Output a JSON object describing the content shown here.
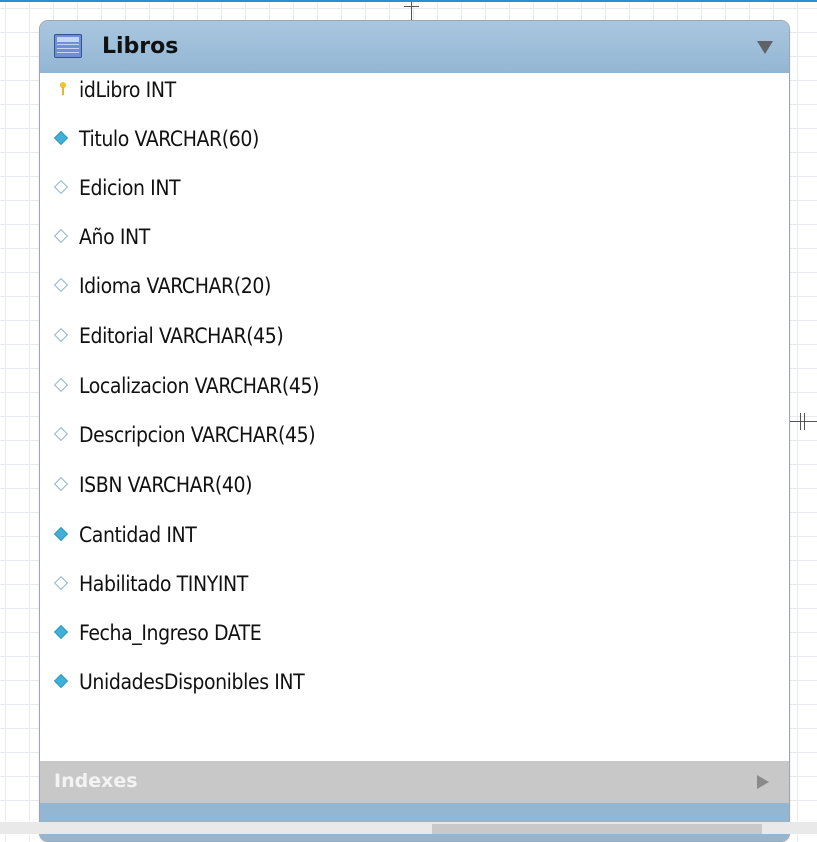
{
  "table": {
    "title": "Libros",
    "columns": [
      {
        "label": "idLibro INT",
        "icon": "primary-key-icon"
      },
      {
        "label": "Titulo VARCHAR(60)",
        "icon": "not-null-column-icon"
      },
      {
        "label": "Edicion INT",
        "icon": "nullable-column-icon"
      },
      {
        "label": "Año INT",
        "icon": "nullable-column-icon"
      },
      {
        "label": "Idioma VARCHAR(20)",
        "icon": "nullable-column-icon"
      },
      {
        "label": "Editorial VARCHAR(45)",
        "icon": "nullable-column-icon"
      },
      {
        "label": "Localizacion VARCHAR(45)",
        "icon": "nullable-column-icon"
      },
      {
        "label": "Descripcion VARCHAR(45)",
        "icon": "nullable-column-icon"
      },
      {
        "label": "ISBN VARCHAR(40)",
        "icon": "nullable-column-icon"
      },
      {
        "label": "Cantidad INT",
        "icon": "not-null-column-icon"
      },
      {
        "label": "Habilitado TINYINT",
        "icon": "nullable-column-icon"
      },
      {
        "label": "Fecha_Ingreso DATE",
        "icon": "not-null-column-icon"
      },
      {
        "label": "UnidadesDisponibles INT",
        "icon": "not-null-column-icon"
      }
    ],
    "indexes_label": "Indexes"
  },
  "colors": {
    "header": "#93b6d3",
    "primary_key": "#f4c430",
    "not_null": "#40b0d8",
    "nullable": "#8fb7c8"
  }
}
